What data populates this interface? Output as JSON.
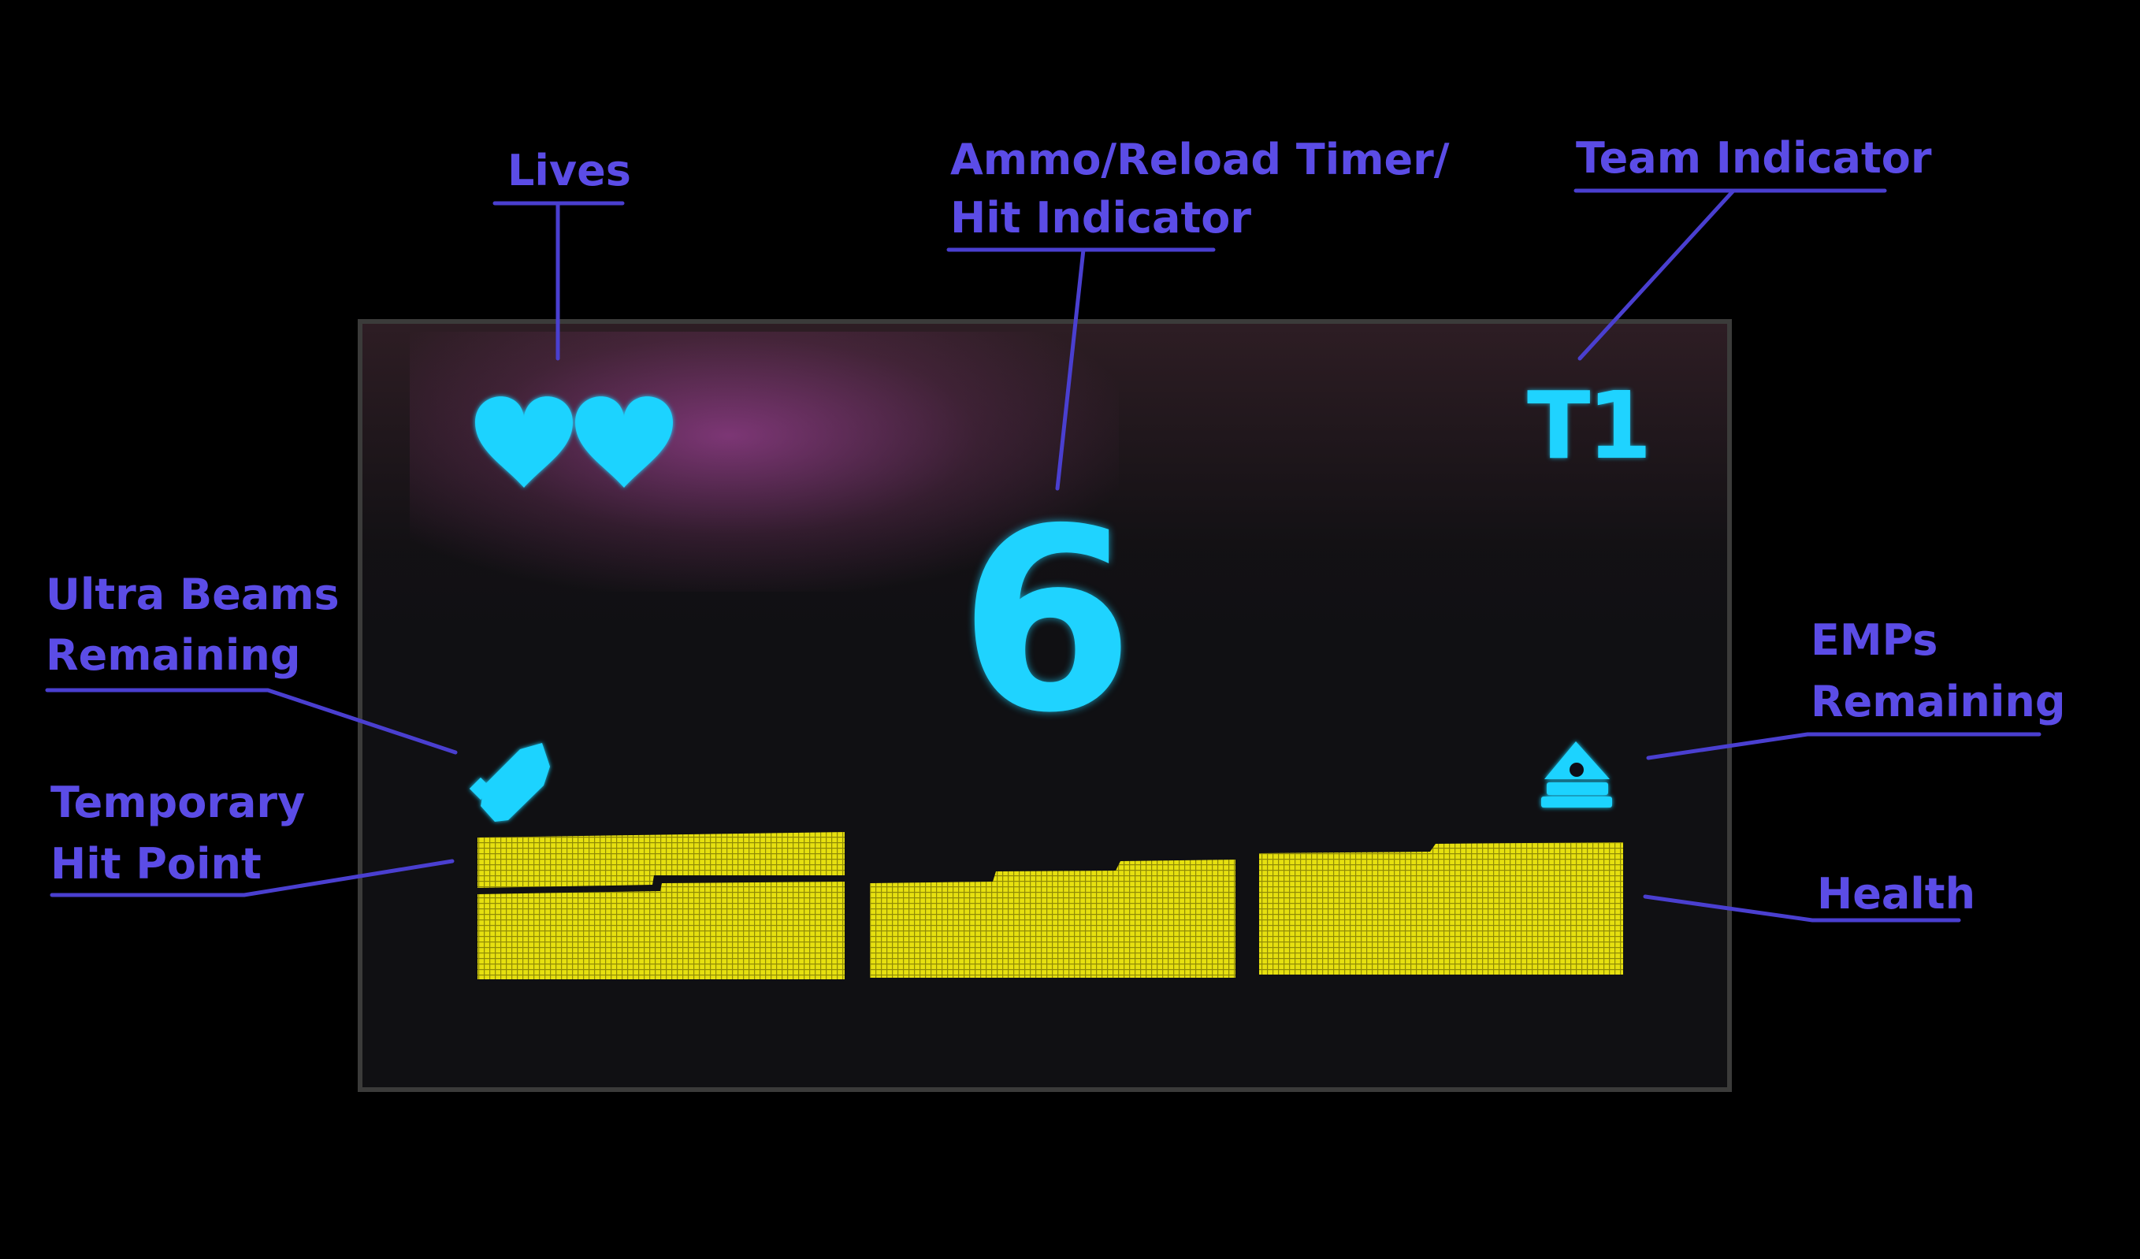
{
  "labels": {
    "lives": "Lives",
    "ammo_line1": "Ammo/Reload Timer/",
    "ammo_line2": "Hit Indicator",
    "team_indicator": "Team Indicator",
    "ultra_line1": "Ultra Beams",
    "ultra_line2": "Remaining",
    "emps_line1": "EMPs",
    "emps_line2": "Remaining",
    "temp_line1": "Temporary",
    "temp_line2": "Hit Point",
    "health": "Health"
  },
  "display": {
    "lives_count": 2,
    "ammo_value": "6",
    "team": "T1"
  },
  "colors": {
    "annotation": "#5b4ce6",
    "display_cyan": "#1fd3ff",
    "health_yellow": "#e6e010",
    "background": "#000000"
  },
  "icons": {
    "lives": "heart-icon",
    "ultra_beam": "ultra-beam-icon",
    "emp": "emp-icon"
  }
}
